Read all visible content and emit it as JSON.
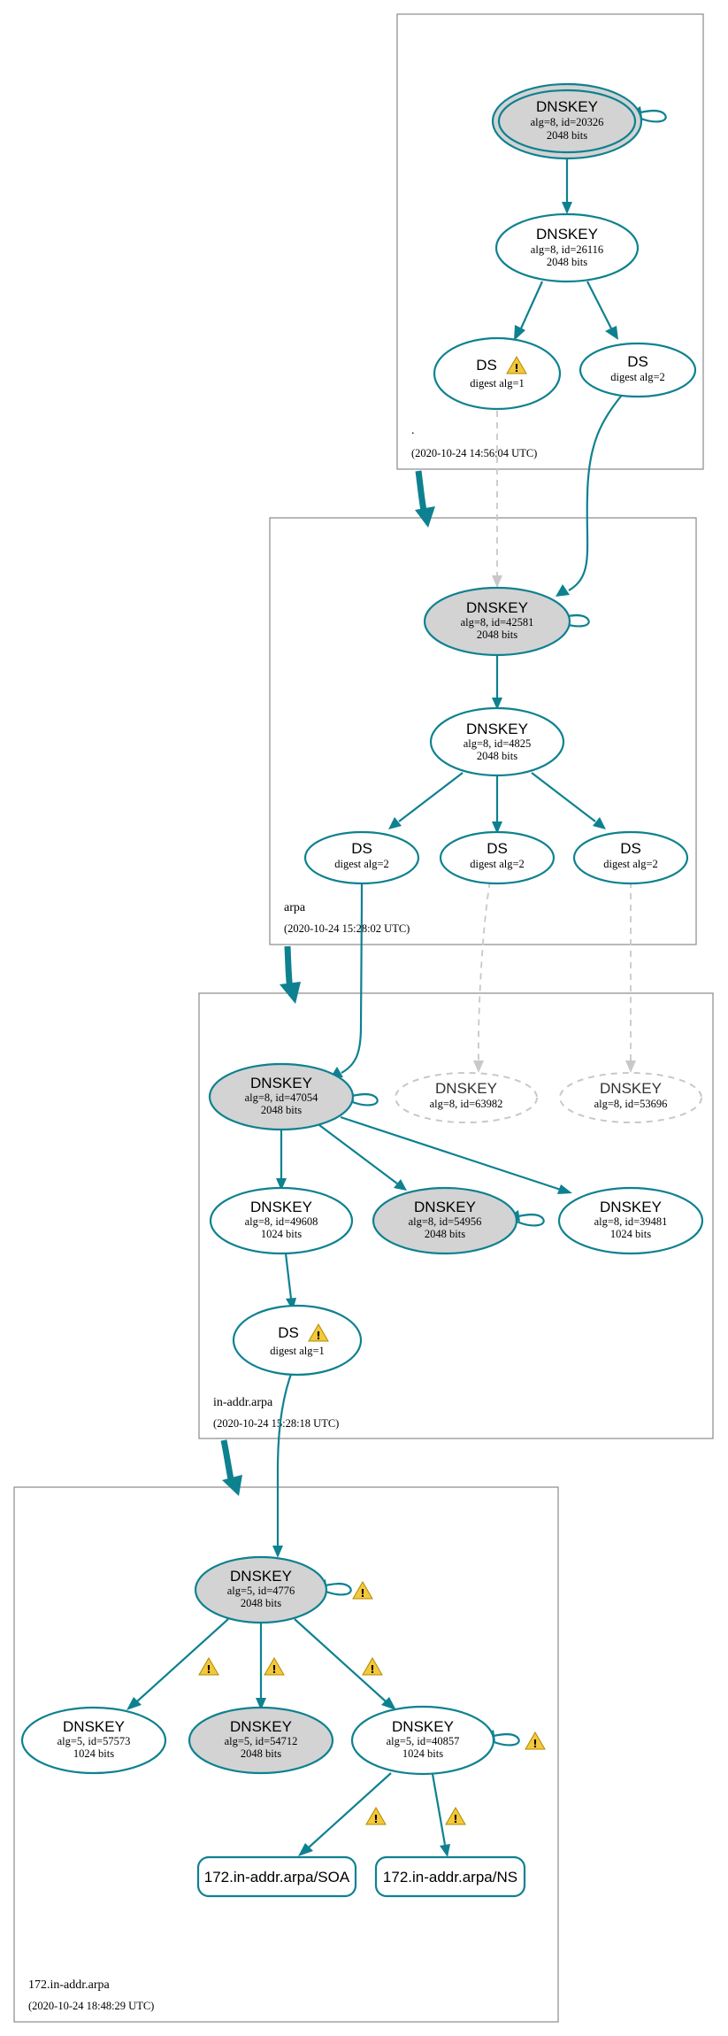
{
  "zones": [
    {
      "id": "root",
      "name": ".",
      "timestamp": "(2020-10-24 14:56:04 UTC)"
    },
    {
      "id": "arpa",
      "name": "arpa",
      "timestamp": "(2020-10-24 15:28:02 UTC)"
    },
    {
      "id": "inaddr",
      "name": "in-addr.arpa",
      "timestamp": "(2020-10-24 15:28:18 UTC)"
    },
    {
      "id": "z172",
      "name": "172.in-addr.arpa",
      "timestamp": "(2020-10-24 18:48:29 UTC)"
    }
  ],
  "nodes": {
    "root_ksk": {
      "title": "DNSKEY",
      "line1": "alg=8, id=20326",
      "line2": "2048 bits"
    },
    "root_zsk": {
      "title": "DNSKEY",
      "line1": "alg=8, id=26116",
      "line2": "2048 bits"
    },
    "root_ds1": {
      "title": "DS",
      "line1": "digest alg=1"
    },
    "root_ds2": {
      "title": "DS",
      "line1": "digest alg=2"
    },
    "arpa_ksk": {
      "title": "DNSKEY",
      "line1": "alg=8, id=42581",
      "line2": "2048 bits"
    },
    "arpa_zsk": {
      "title": "DNSKEY",
      "line1": "alg=8, id=4825",
      "line2": "2048 bits"
    },
    "arpa_ds_a": {
      "title": "DS",
      "line1": "digest alg=2"
    },
    "arpa_ds_b": {
      "title": "DS",
      "line1": "digest alg=2"
    },
    "arpa_ds_c": {
      "title": "DS",
      "line1": "digest alg=2"
    },
    "ia_ksk": {
      "title": "DNSKEY",
      "line1": "alg=8, id=47054",
      "line2": "2048 bits"
    },
    "ia_missing1": {
      "title": "DNSKEY",
      "line1": "alg=8, id=63982"
    },
    "ia_missing2": {
      "title": "DNSKEY",
      "line1": "alg=8, id=53696"
    },
    "ia_zsk1": {
      "title": "DNSKEY",
      "line1": "alg=8, id=49608",
      "line2": "1024 bits"
    },
    "ia_ksk2": {
      "title": "DNSKEY",
      "line1": "alg=8, id=54956",
      "line2": "2048 bits"
    },
    "ia_zsk2": {
      "title": "DNSKEY",
      "line1": "alg=8, id=39481",
      "line2": "1024 bits"
    },
    "ia_ds": {
      "title": "DS",
      "line1": "digest alg=1"
    },
    "z_ksk": {
      "title": "DNSKEY",
      "line1": "alg=5, id=4776",
      "line2": "2048 bits"
    },
    "z_k1": {
      "title": "DNSKEY",
      "line1": "alg=5, id=57573",
      "line2": "1024 bits"
    },
    "z_k2": {
      "title": "DNSKEY",
      "line1": "alg=5, id=54712",
      "line2": "2048 bits"
    },
    "z_k3": {
      "title": "DNSKEY",
      "line1": "alg=5, id=40857",
      "line2": "1024 bits"
    },
    "soa": {
      "title": "172.in-addr.arpa/SOA"
    },
    "ns": {
      "title": "172.in-addr.arpa/NS"
    }
  },
  "colors": {
    "edge": "#0e8190",
    "key_fill": "#d3d3d3",
    "dashed": "#c8c8c8",
    "warning": "#f3c83a"
  },
  "icons": {
    "warning": "warning-triangle-icon",
    "warning_glyph": "!"
  }
}
